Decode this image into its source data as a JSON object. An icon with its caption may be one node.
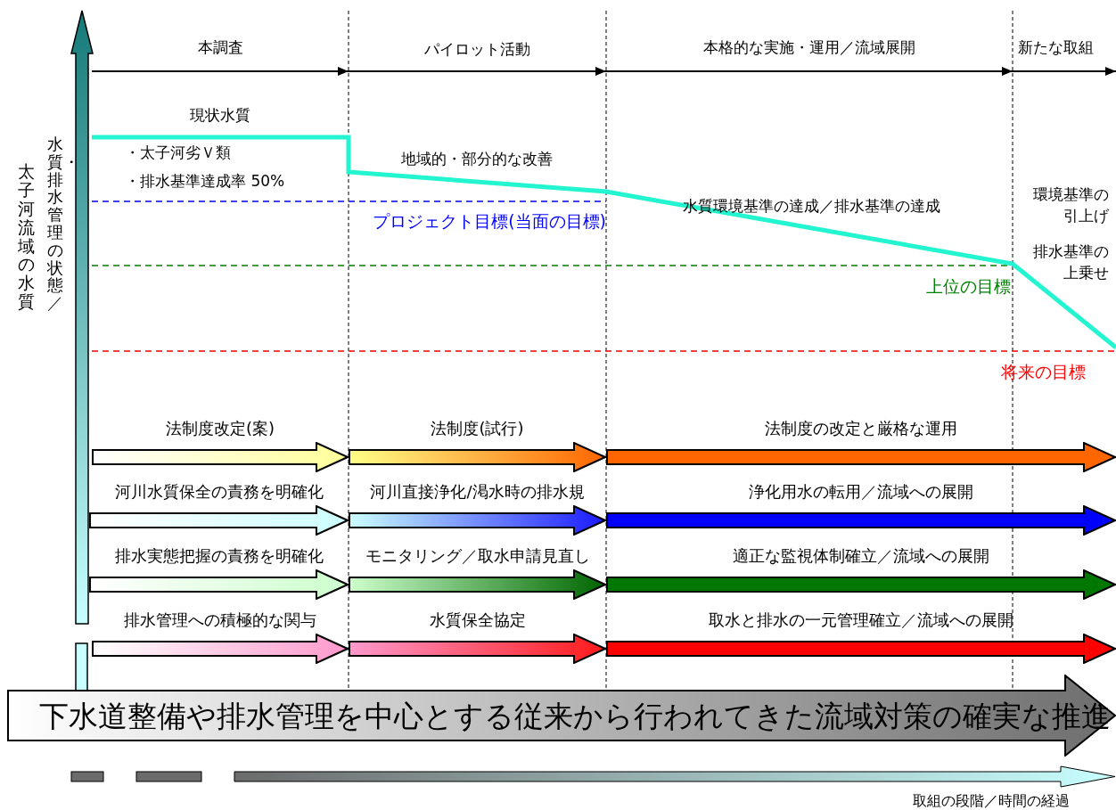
{
  "diagram": {
    "nodes": [
      {
        "text": [
          "法制度改定(案)"
        ]
      },
      {
        "text": [
          "法制度(試行)"
        ]
      },
      {
        "text": [
          "法制度の改定と厳格な運用"
        ]
      },
      {
        "text": [
          "河川水質保全の責務を明確化"
        ]
      },
      {
        "text": [
          "河川直接浄化/渇水時の排水規"
        ]
      },
      {
        "text": [
          "浄化用水の転用／流域への展開"
        ]
      },
      {
        "text": [
          "排水実態把握の責務を明確化"
        ]
      },
      {
        "text": [
          "モニタリング／取水申請見直し"
        ]
      },
      {
        "text": [
          "適正な監視体制確立／流域への展開"
        ]
      },
      {
        "text": [
          "排水管理への積極的な関与"
        ]
      },
      {
        "text": [
          "水質保全協定"
        ]
      },
      {
        "text": [
          "取水と排水の一元管理確立／流域への展開"
        ]
      },
      {
        "text": [
          "下水道整備や排水管理を中心とする従来から行われてきた流域対策の確実な推進"
        ]
      }
    ],
    "labels": [
      "本調査",
      "パイロット活動",
      "本格的な実施・運用／流域展開",
      "新たな取組",
      "太子河流域の水質",
      "水質・排水管理の状態／",
      "現状水質",
      "・太子河劣Ｖ類",
      "・排水基準達成率 50%",
      "地域的・部分的な改善",
      "プロジェクト目標(当面の目標)",
      "水質環境基準の達成／排水基準の達成",
      "環境基準の引上げ",
      "排水基準の上乗せ",
      "上位の目標",
      "将来の目標",
      "取組の段階／時間の経過"
    ]
  }
}
